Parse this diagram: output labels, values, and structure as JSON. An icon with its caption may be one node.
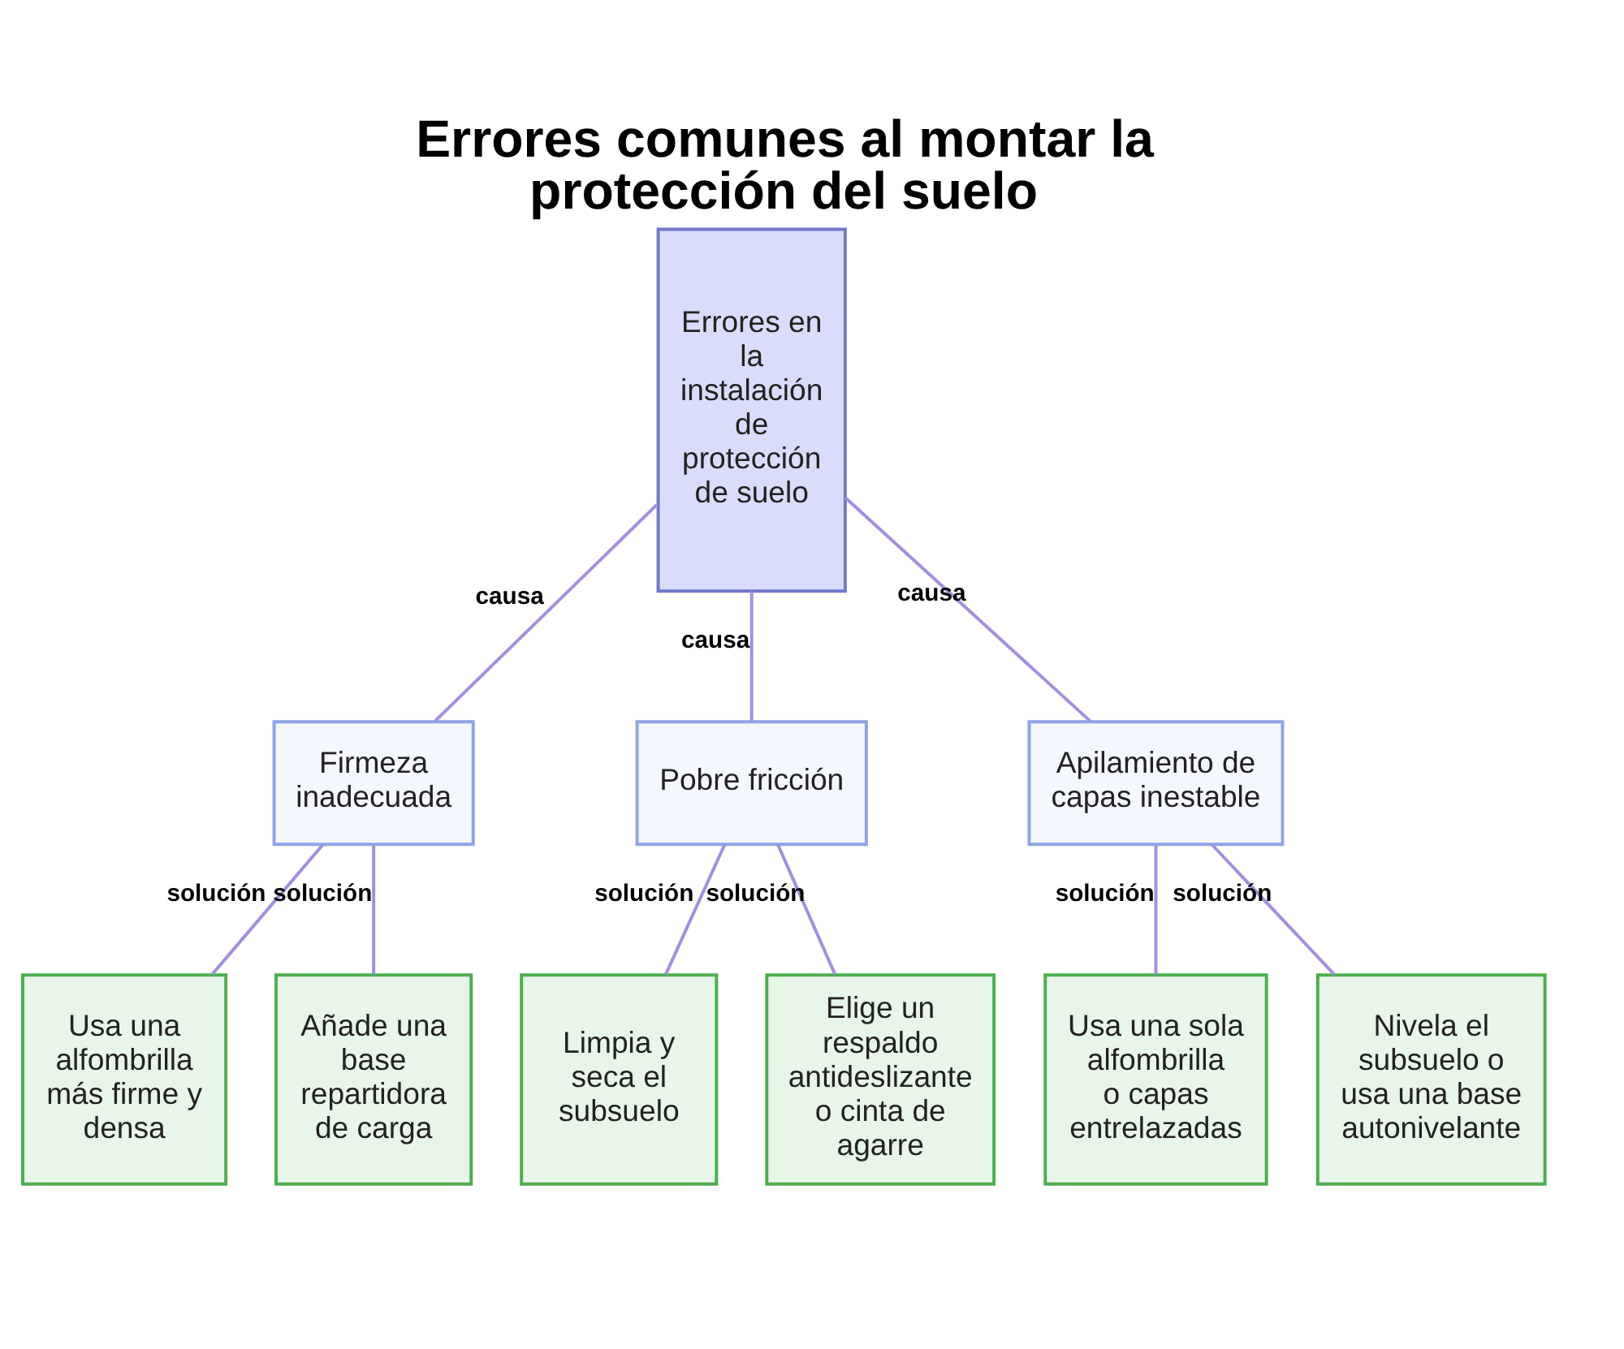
{
  "diagram": {
    "title": "Errores comunes al montar la protección del suelo",
    "nodes": [
      {
        "text": [
          "Errores en la instalación de protección de suelo"
        ]
      },
      {
        "text": [
          "Firmeza inadecuada"
        ]
      },
      {
        "text": [
          "Pobre fricción"
        ]
      },
      {
        "text": [
          "Apilamiento de capas inestable"
        ]
      },
      {
        "text": [
          "Usa una alfombrilla más firme y densa"
        ]
      },
      {
        "text": [
          "Añade una base repartidora de carga"
        ]
      },
      {
        "text": [
          "Limpia y seca el subsuelo"
        ]
      },
      {
        "text": [
          "Elige un respaldo antideslizante o cinta de agarre"
        ]
      },
      {
        "text": [
          "Usa una sola alfombrilla o capas entrelazadas"
        ]
      },
      {
        "text": [
          "Nivela el subsuelo o usa una base autonivelante"
        ]
      }
    ],
    "edges": [
      {
        "from": 0,
        "to": 1,
        "arrow": "none",
        "label": "causa"
      },
      {
        "from": 0,
        "to": 2,
        "arrow": "none",
        "label": "causa"
      },
      {
        "from": 0,
        "to": 3,
        "arrow": "none",
        "label": "causa"
      },
      {
        "from": 1,
        "to": 4,
        "arrow": "none",
        "label": "solución"
      },
      {
        "from": 1,
        "to": 5,
        "arrow": "none",
        "label": "solución"
      },
      {
        "from": 2,
        "to": 6,
        "arrow": "none",
        "label": "solución"
      },
      {
        "from": 2,
        "to": 7,
        "arrow": "none",
        "label": "solución"
      },
      {
        "from": 3,
        "to": 8,
        "arrow": "none",
        "label": "solución"
      },
      {
        "from": 3,
        "to": 9,
        "arrow": "none",
        "label": "solución"
      }
    ]
  }
}
